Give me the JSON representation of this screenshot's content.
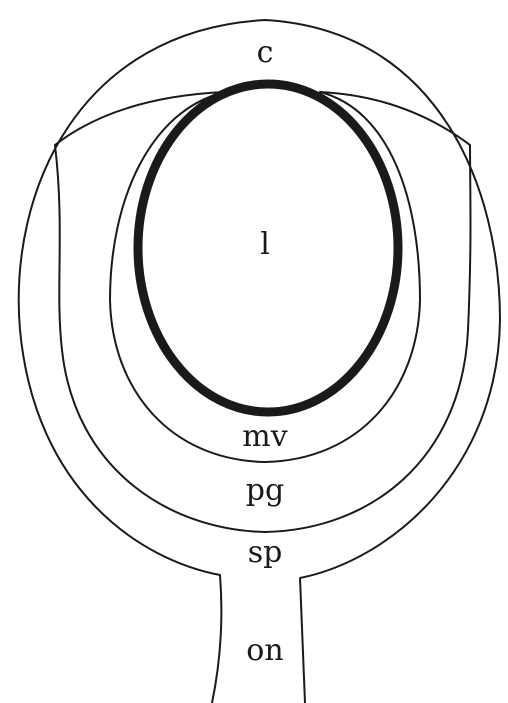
{
  "labels": {
    "c": "c",
    "l": "l",
    "mv": "mv",
    "pg": "pg",
    "sp": "sp",
    "on": "on"
  },
  "colors": {
    "line": "#1a1a1a",
    "background": "#ffffff"
  }
}
